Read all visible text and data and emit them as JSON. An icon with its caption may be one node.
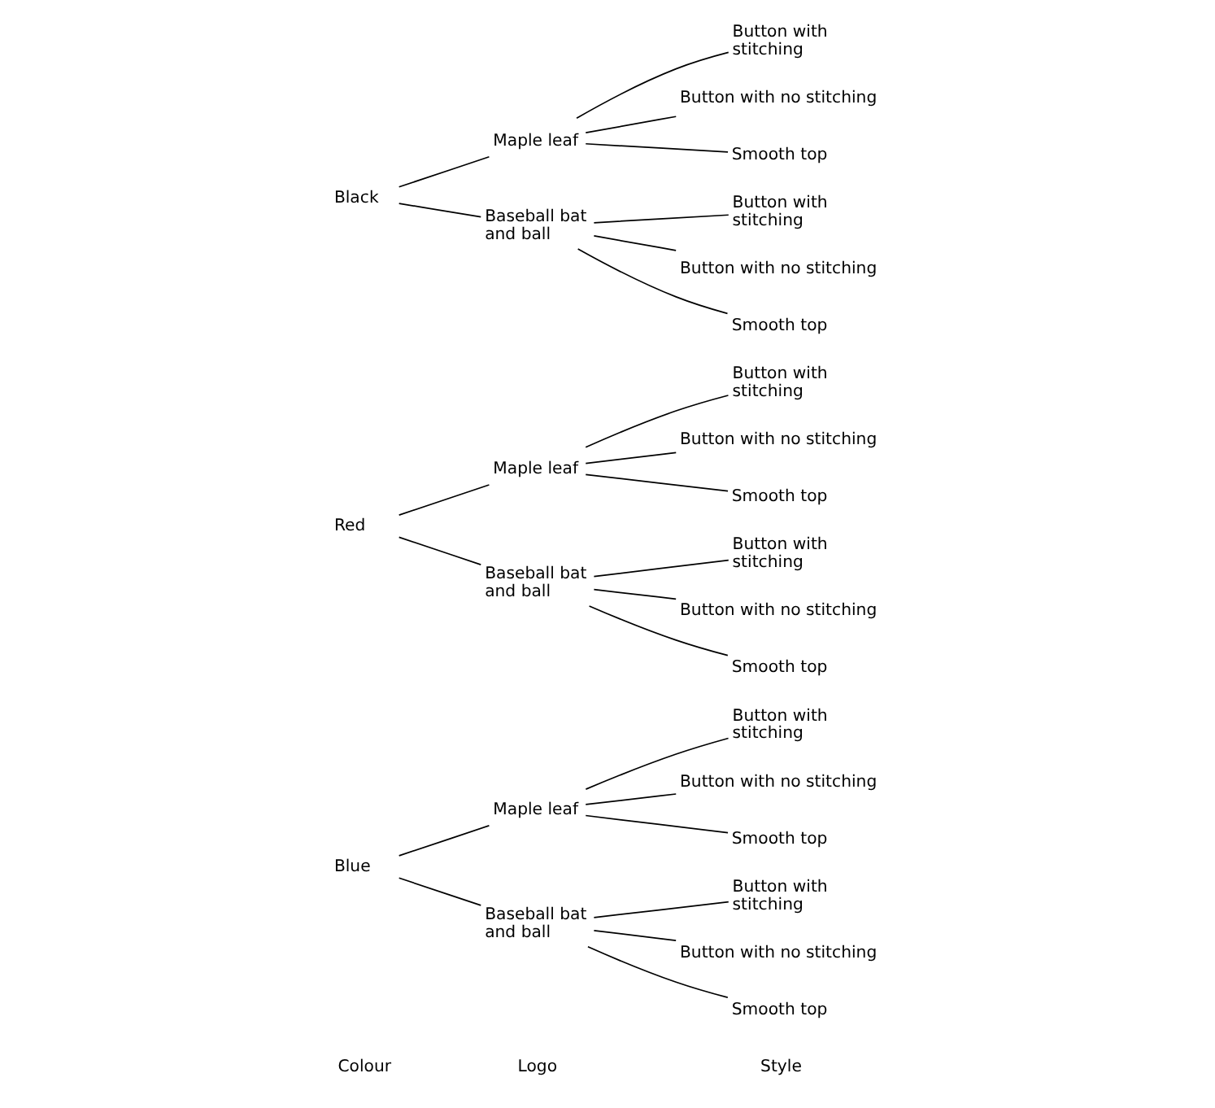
{
  "diagram": {
    "nodes": [
      {
        "text": [
          "Blue"
        ]
      },
      {
        "text": [
          "Maple leaf"
        ]
      },
      {
        "text": [
          "Button with stitching"
        ]
      },
      {
        "text": [
          "Button with no stitching"
        ]
      },
      {
        "text": [
          "Smooth top"
        ]
      },
      {
        "text": [
          "Baseball bat and ball"
        ]
      },
      {
        "text": [
          "Button with stitching"
        ]
      },
      {
        "text": [
          "Button with no stitching"
        ]
      },
      {
        "text": [
          "Smooth top"
        ]
      },
      {
        "text": [
          "Red"
        ]
      },
      {
        "text": [
          "Maple leaf"
        ]
      },
      {
        "text": [
          "Button with stitching"
        ]
      },
      {
        "text": [
          "Button with no stitching"
        ]
      },
      {
        "text": [
          "Smooth top"
        ]
      },
      {
        "text": [
          "Baseball bat and ball"
        ]
      },
      {
        "text": [
          "Button with stitching"
        ]
      },
      {
        "text": [
          "Button with no stitching"
        ]
      },
      {
        "text": [
          "Smooth top"
        ]
      },
      {
        "text": [
          "Black"
        ]
      },
      {
        "text": [
          "Maple leaf"
        ]
      },
      {
        "text": [
          "Button with stitching"
        ]
      },
      {
        "text": [
          "Button with no stitching"
        ]
      },
      {
        "text": [
          "Smooth top"
        ]
      },
      {
        "text": [
          "Baseball bat and ball"
        ]
      },
      {
        "text": [
          "Button with stitching"
        ]
      },
      {
        "text": [
          "Button with no stitching"
        ]
      },
      {
        "text": [
          "Smooth top"
        ]
      }
    ],
    "edges": [
      {
        "from": 0,
        "to": 1,
        "arrow": "none"
      },
      {
        "from": 1,
        "to": 2,
        "arrow": "none"
      },
      {
        "from": 1,
        "to": 3,
        "arrow": "none"
      },
      {
        "from": 1,
        "to": 4,
        "arrow": "none"
      },
      {
        "from": 0,
        "to": 5,
        "arrow": "none"
      },
      {
        "from": 5,
        "to": 6,
        "arrow": "none"
      },
      {
        "from": 5,
        "to": 7,
        "arrow": "none"
      },
      {
        "from": 5,
        "to": 8,
        "arrow": "none"
      },
      {
        "from": 9,
        "to": 10,
        "arrow": "none"
      },
      {
        "from": 10,
        "to": 11,
        "arrow": "none"
      },
      {
        "from": 10,
        "to": 12,
        "arrow": "none"
      },
      {
        "from": 10,
        "to": 13,
        "arrow": "none"
      },
      {
        "from": 9,
        "to": 14,
        "arrow": "none"
      },
      {
        "from": 14,
        "to": 15,
        "arrow": "none"
      },
      {
        "from": 14,
        "to": 16,
        "arrow": "none"
      },
      {
        "from": 14,
        "to": 17,
        "arrow": "none"
      },
      {
        "from": 18,
        "to": 19,
        "arrow": "none"
      },
      {
        "from": 19,
        "to": 20,
        "arrow": "none"
      },
      {
        "from": 19,
        "to": 21,
        "arrow": "none"
      },
      {
        "from": 19,
        "to": 22,
        "arrow": "none"
      },
      {
        "from": 18,
        "to": 23,
        "arrow": "none"
      },
      {
        "from": 23,
        "to": 24,
        "arrow": "none"
      },
      {
        "from": 23,
        "to": 25,
        "arrow": "none"
      },
      {
        "from": 23,
        "to": 26,
        "arrow": "none"
      }
    ],
    "labels": [
      "Colour",
      "Logo",
      "Style"
    ]
  }
}
